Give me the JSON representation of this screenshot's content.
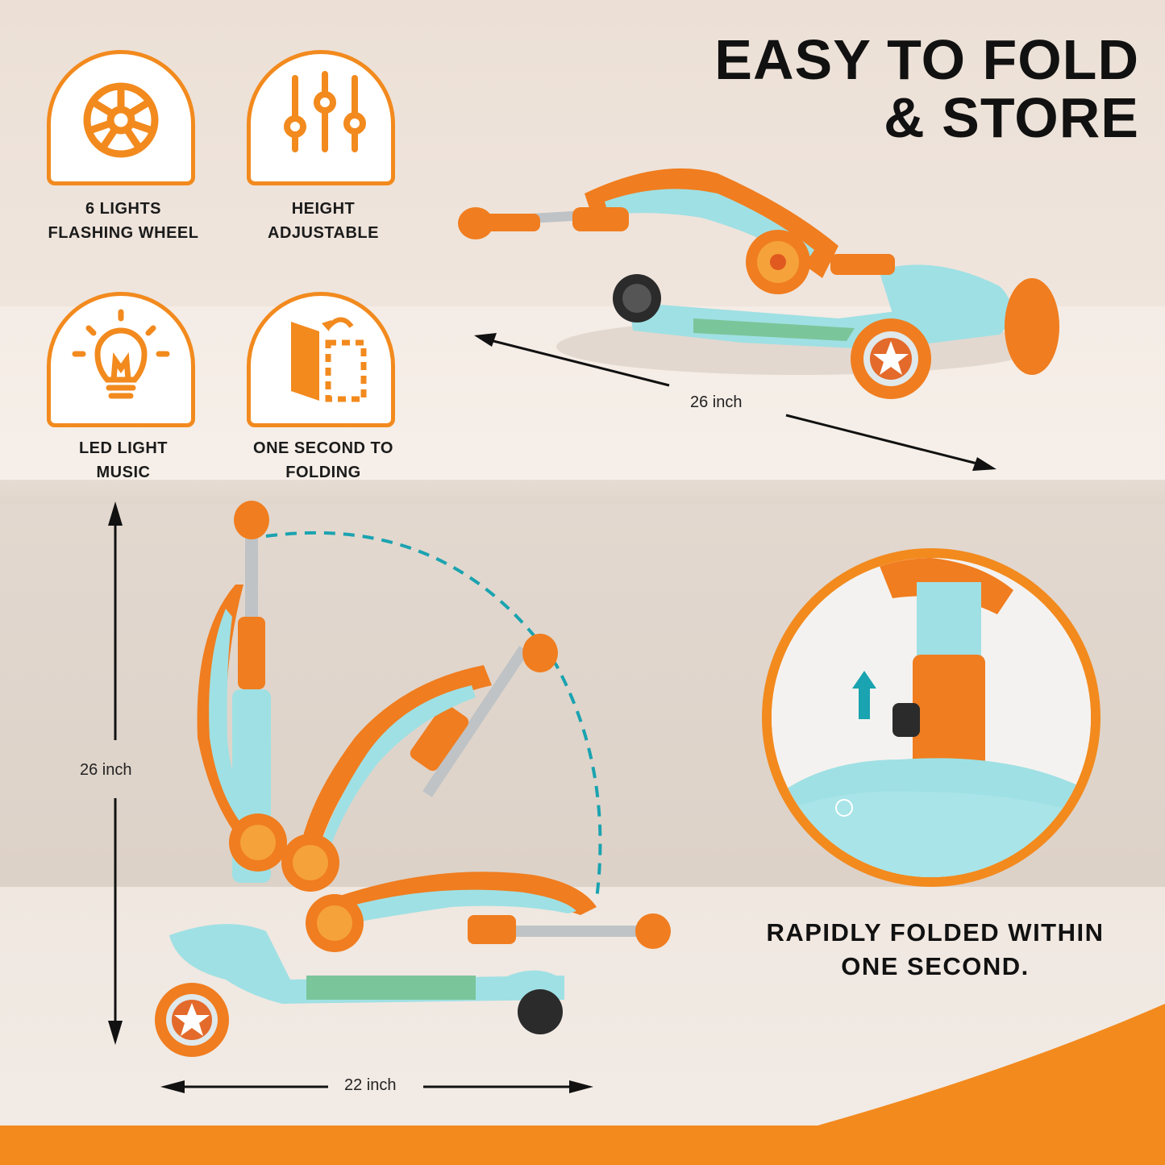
{
  "title": {
    "line1": "EASY TO FOLD",
    "line2": "& STORE"
  },
  "features": [
    {
      "icon": "flashing-wheel-icon",
      "line1": "6 LIGHTS",
      "line2": "FLASHING WHEEL"
    },
    {
      "icon": "height-sliders-icon",
      "line1": "HEIGHT",
      "line2": "ADJUSTABLE"
    },
    {
      "icon": "light-bulb-icon",
      "line1": "LED LIGHT",
      "line2": "MUSIC"
    },
    {
      "icon": "fold-icon",
      "line1": "ONE SECOND TO",
      "line2": "FOLDING"
    }
  ],
  "dimensions": {
    "folded_length": "26 inch",
    "height": "26 inch",
    "width": "22 inch"
  },
  "caption": {
    "line1": "RAPIDLY FOLDED WITHIN",
    "line2": "ONE SECOND."
  },
  "colors": {
    "accent": "#f28a1e",
    "teal": "#8fdbe0",
    "dark_teal": "#1aa3b0",
    "text": "#111111"
  }
}
